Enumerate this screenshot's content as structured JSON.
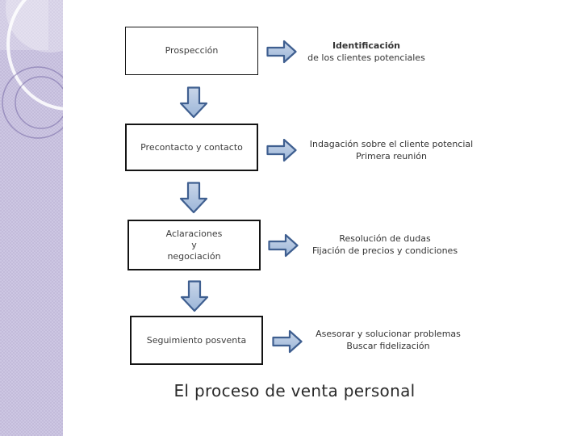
{
  "slide": {
    "title": "El proceso de venta personal",
    "steps": [
      {
        "box": "Prospección",
        "result1": "Identificación",
        "result2": "de los clientes potenciales"
      },
      {
        "box": "Precontacto y contacto",
        "result1": "Indagación sobre el cliente potencial",
        "result2": "Primera reunión"
      },
      {
        "box": "Aclaraciones\ny\nnegociación",
        "result1": "Resolución de dudas",
        "result2": "Fijación de precios y condiciones"
      },
      {
        "box": "Seguimiento posventa",
        "result1": "Asesorar y solucionar problemas",
        "result2": "Buscar fidelización"
      }
    ],
    "colors": {
      "arrow_fill_top": "#c9d6e9",
      "arrow_fill_bottom": "#9cb6d8",
      "arrow_stroke": "#3f5f90",
      "sidebar_base": "#c3bbda",
      "sidebar_check": "#cdc7e3",
      "box_border": "#141414",
      "text": "#343434"
    }
  }
}
